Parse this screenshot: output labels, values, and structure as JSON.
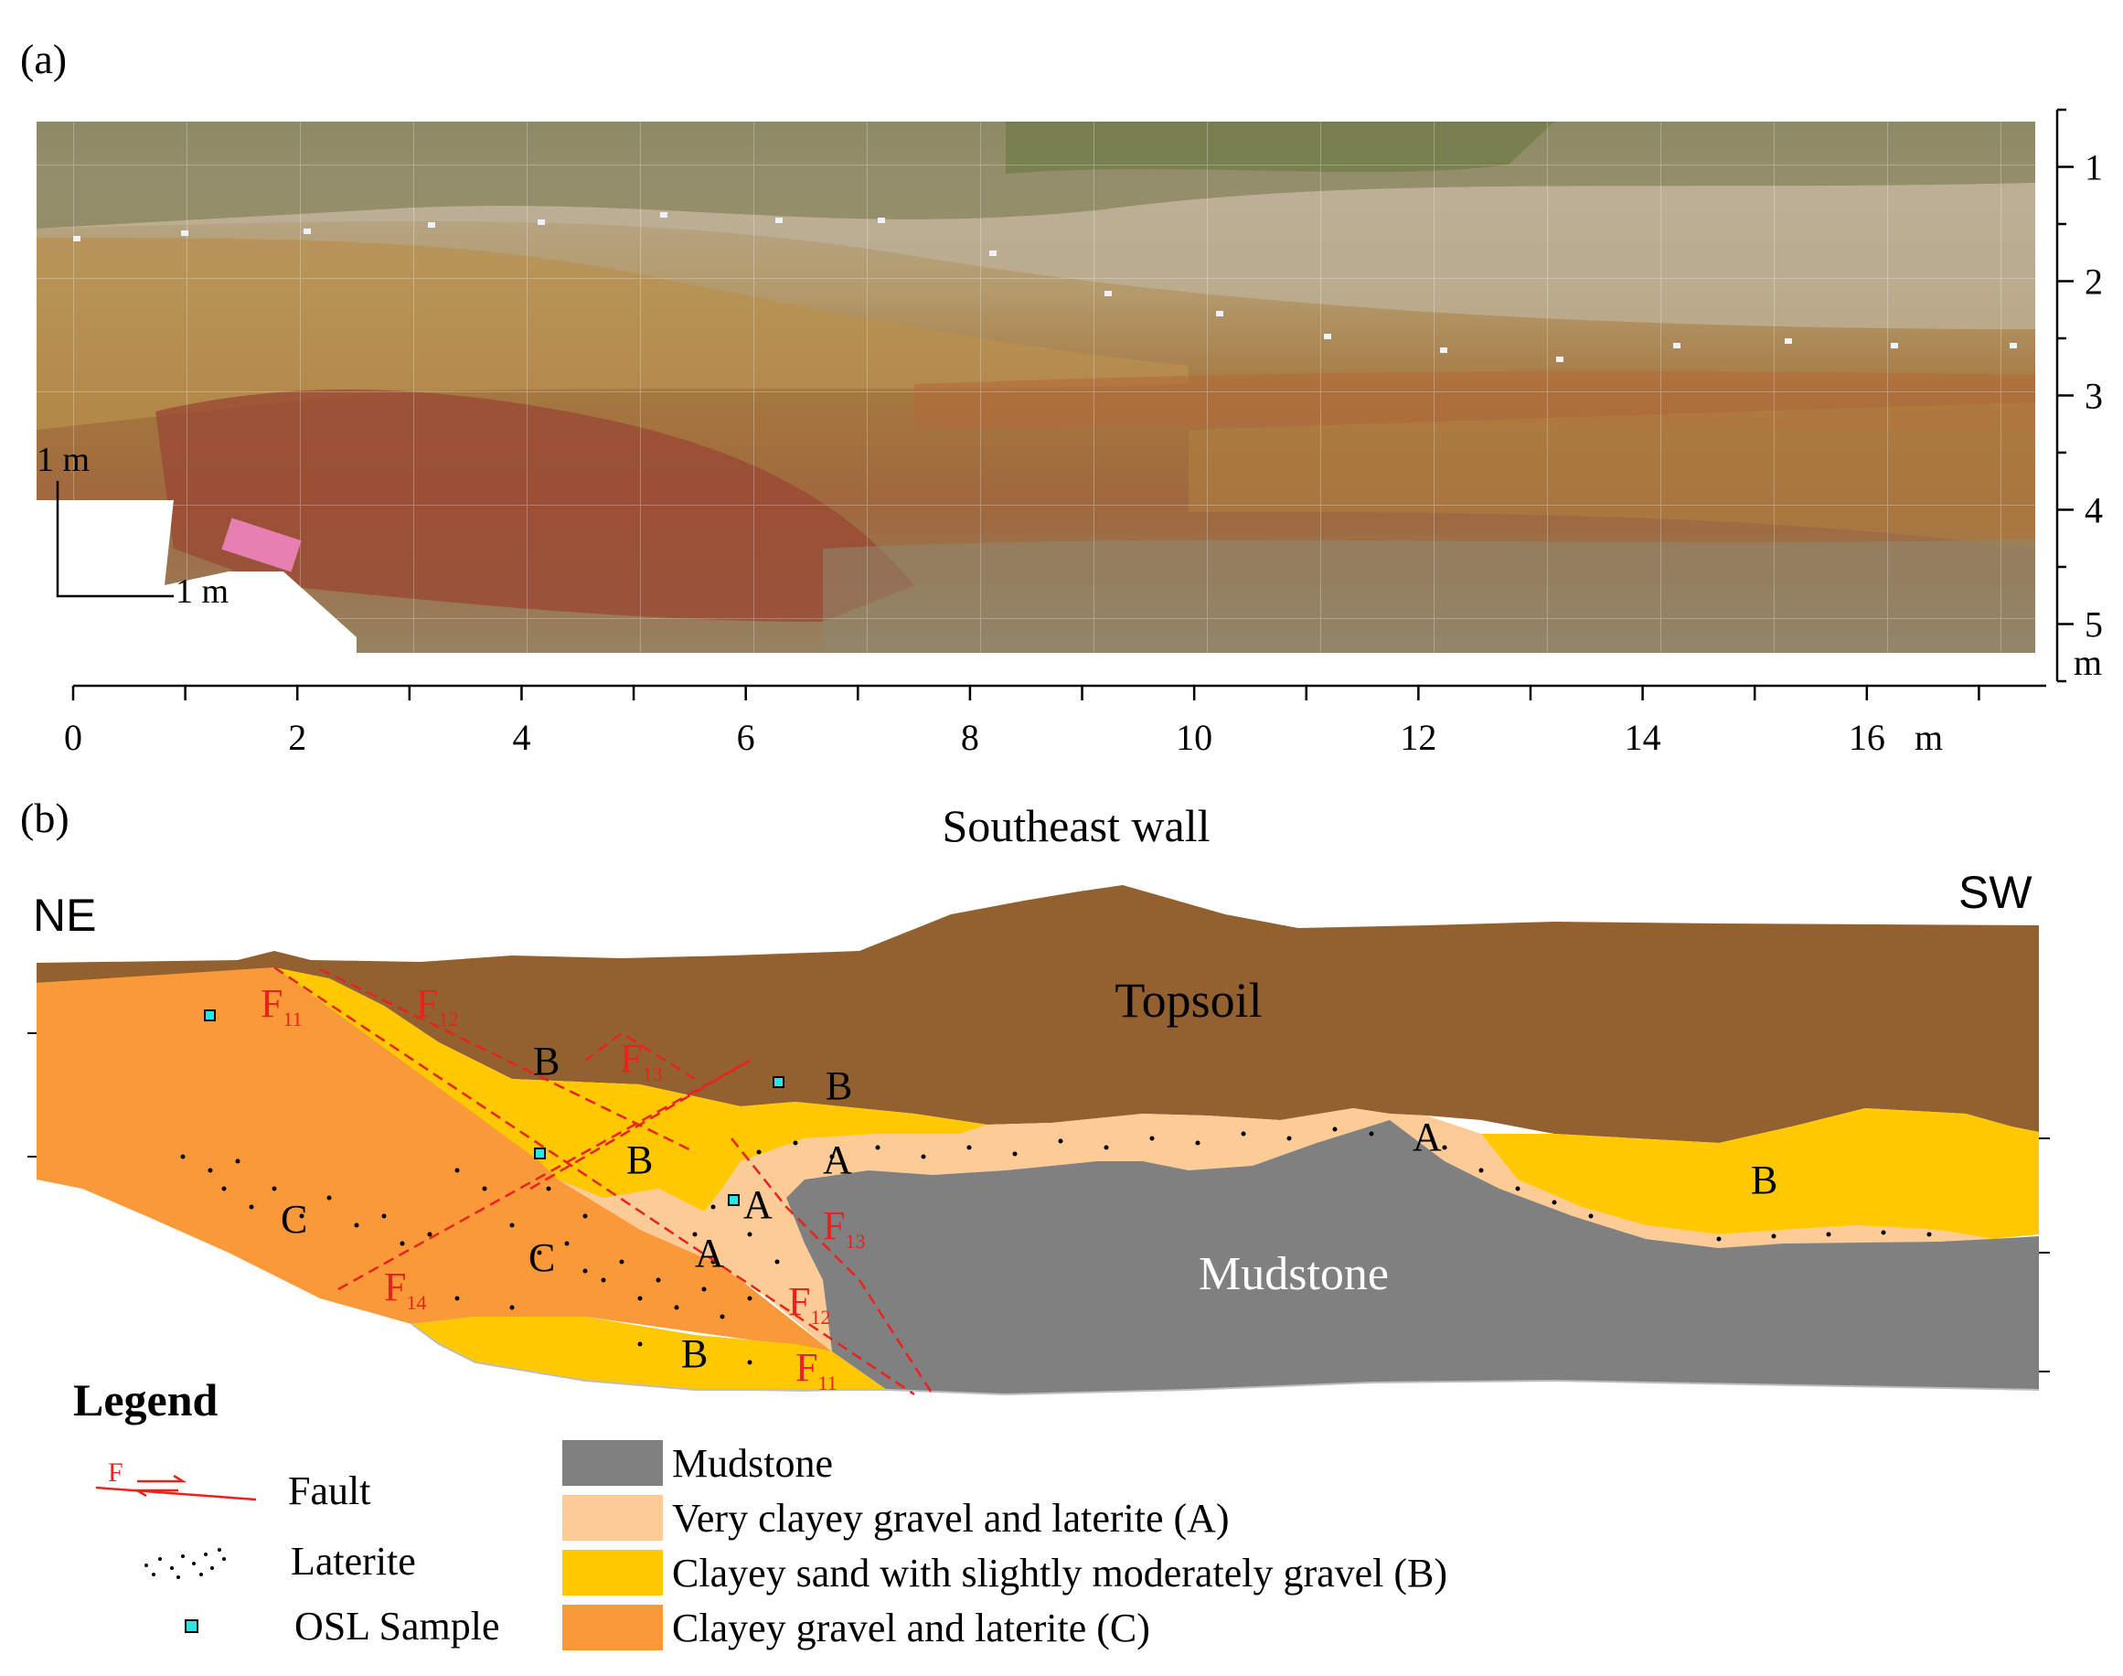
{
  "panel_a": {
    "label": "(a)",
    "scale_bar": {
      "vertical_label": "1 m",
      "horizontal_label": "1 m"
    },
    "x_axis": {
      "ticks": [
        0,
        2,
        4,
        6,
        8,
        10,
        12,
        14,
        16
      ],
      "unit": "m",
      "range": [
        0,
        17.6
      ]
    },
    "y_axis": {
      "ticks": [
        1,
        2,
        3,
        4,
        5
      ],
      "unit": "m",
      "range": [
        0.5,
        5.5
      ]
    }
  },
  "panel_b": {
    "label": "(b)",
    "title": "Southeast wall",
    "left_direction": "NE",
    "right_direction": "SW",
    "unit_labels": {
      "topsoil": "Topsoil",
      "mudstone": "Mudstone",
      "a": "A",
      "b": "B",
      "c": "C",
      "fault_prefix": "F"
    },
    "faults": [
      {
        "name": "F",
        "sub": "11"
      },
      {
        "name": "F",
        "sub": "12"
      },
      {
        "name": "F",
        "sub": "13"
      },
      {
        "name": "F",
        "sub": "14"
      }
    ],
    "legend": {
      "title": "Legend",
      "symbols": [
        {
          "label": "Fault",
          "icon": "fault-icon"
        },
        {
          "label": "Laterite",
          "icon": "laterite-icon"
        },
        {
          "label": "OSL Sample",
          "icon": "osl-sample-icon"
        }
      ],
      "units": [
        {
          "label": "Mudstone",
          "color": "#808080"
        },
        {
          "label": "Very clayey gravel and laterite (A)",
          "color": "#FCCB96"
        },
        {
          "label": "Clayey sand with slightly moderately gravel (B)",
          "color": "#FFC800"
        },
        {
          "label": "Clayey gravel and laterite (C)",
          "color": "#F9993A"
        }
      ]
    },
    "colors": {
      "topsoil": "#93602F",
      "mudstone": "#808080",
      "unit_a": "#FCCB96",
      "unit_b": "#FFC800",
      "unit_c": "#F9993A",
      "fault": "#E8231C",
      "osl": "#29E5E5"
    }
  }
}
